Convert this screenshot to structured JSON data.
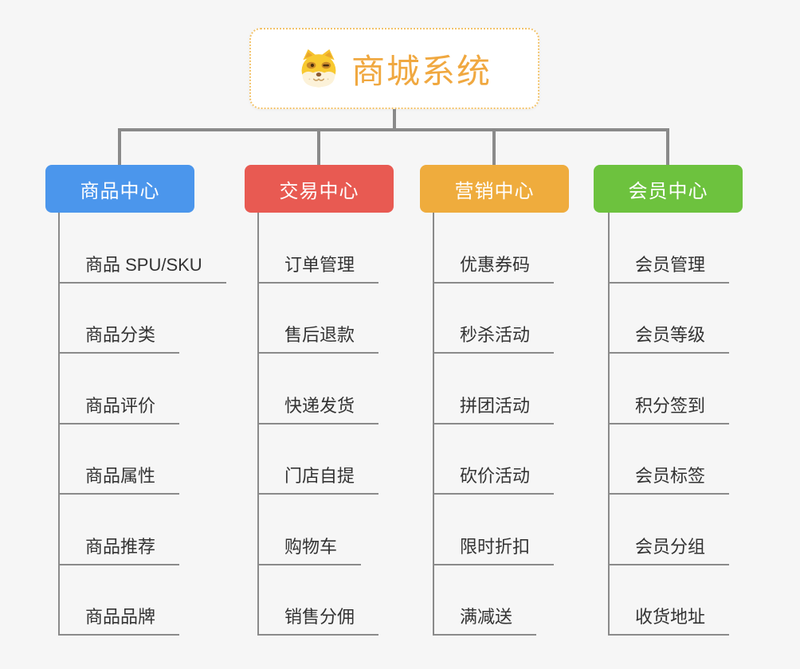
{
  "root": {
    "title": "商城系统",
    "icon": "shiba-dog-icon",
    "title_color": "#F0A840",
    "border_color": "#F2C36B"
  },
  "connector_color": "#8A8A8A",
  "branches": [
    {
      "label": "商品中心",
      "color": "#4B96EC",
      "children": [
        "商品 SPU/SKU",
        "商品分类",
        "商品评价",
        "商品属性",
        "商品推荐",
        "商品品牌"
      ]
    },
    {
      "label": "交易中心",
      "color": "#E85A52",
      "children": [
        "订单管理",
        "售后退款",
        "快递发货",
        "门店自提",
        "购物车",
        "销售分佣"
      ]
    },
    {
      "label": "营销中心",
      "color": "#EFAC3D",
      "children": [
        "优惠券码",
        "秒杀活动",
        "拼团活动",
        "砍价活动",
        "限时折扣",
        "满减送"
      ]
    },
    {
      "label": "会员中心",
      "color": "#6DC23E",
      "children": [
        "会员管理",
        "会员等级",
        "积分签到",
        "会员标签",
        "会员分组",
        "收货地址"
      ]
    }
  ]
}
